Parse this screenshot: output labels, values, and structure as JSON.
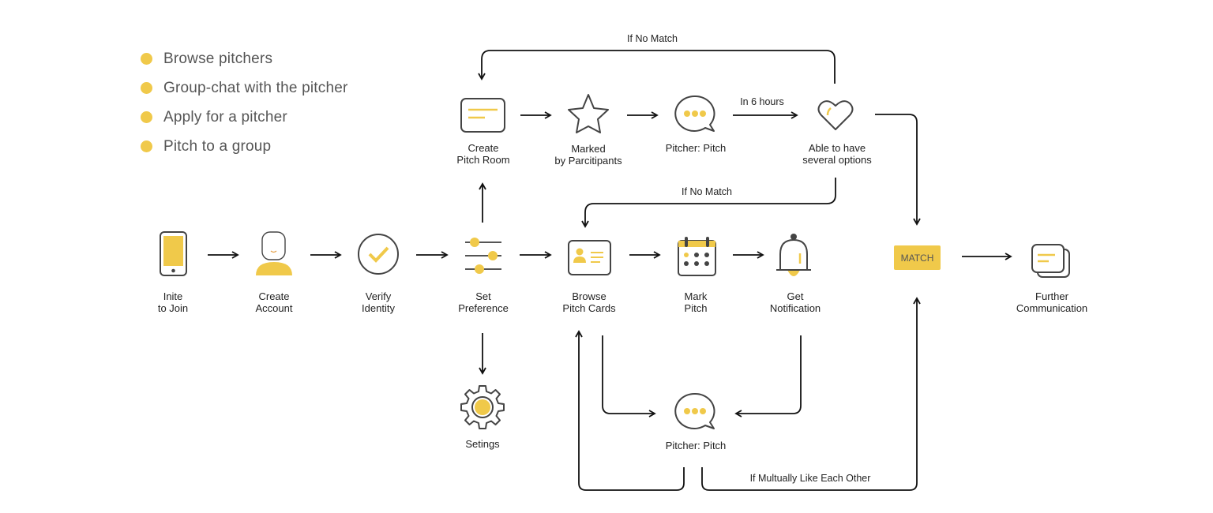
{
  "colors": {
    "accent": "#f0c94a",
    "stroke": "#444444",
    "line": "#111111",
    "text": "#222222",
    "legend_text": "#555555"
  },
  "legend": [
    {
      "label": "Browse pitchers"
    },
    {
      "label": "Group-chat with the pitcher"
    },
    {
      "label": "Apply for a pitcher"
    },
    {
      "label": "Pitch to a group"
    }
  ],
  "nodes": {
    "invite": {
      "label1": "Inite",
      "label2": "to Join",
      "icon": "phone-icon"
    },
    "account": {
      "label1": "Create",
      "label2": "Account",
      "icon": "user-icon"
    },
    "verify": {
      "label1": "Verify",
      "label2": "Identity",
      "icon": "check-circle-icon"
    },
    "preference": {
      "label1": "Set",
      "label2": "Preference",
      "icon": "sliders-icon"
    },
    "settings": {
      "label1": "Setings",
      "icon": "gear-icon"
    },
    "pitch_room": {
      "label1": "Create",
      "label2": "Pitch Room",
      "icon": "message-card-icon"
    },
    "marked": {
      "label1": "Marked",
      "label2": "by Parcitipants",
      "icon": "star-icon"
    },
    "pitch_top": {
      "label1": "Pitcher: Pitch",
      "icon": "chat-bubble-icon"
    },
    "options": {
      "label1": "Able to have",
      "label2": "several options",
      "icon": "heart-icon"
    },
    "browse_cards": {
      "label1": "Browse",
      "label2": "Pitch Cards",
      "icon": "id-card-icon"
    },
    "mark_pitch": {
      "label1": "Mark",
      "label2": "Pitch",
      "icon": "calendar-icon"
    },
    "notification": {
      "label1": "Get",
      "label2": "Notification",
      "icon": "bell-icon"
    },
    "pitch_bottom": {
      "label1": "Pitcher: Pitch",
      "icon": "chat-bubble-icon"
    },
    "match": {
      "label1": "MATCH"
    },
    "further": {
      "label1": "Further",
      "label2": "Communication",
      "icon": "stacked-cards-icon"
    }
  },
  "edge_labels": {
    "no_match_top": "If No Match",
    "in_6_hours": "In 6 hours",
    "no_match_mid": "If No Match",
    "mutual_like": "If Multually Like Each Other"
  }
}
